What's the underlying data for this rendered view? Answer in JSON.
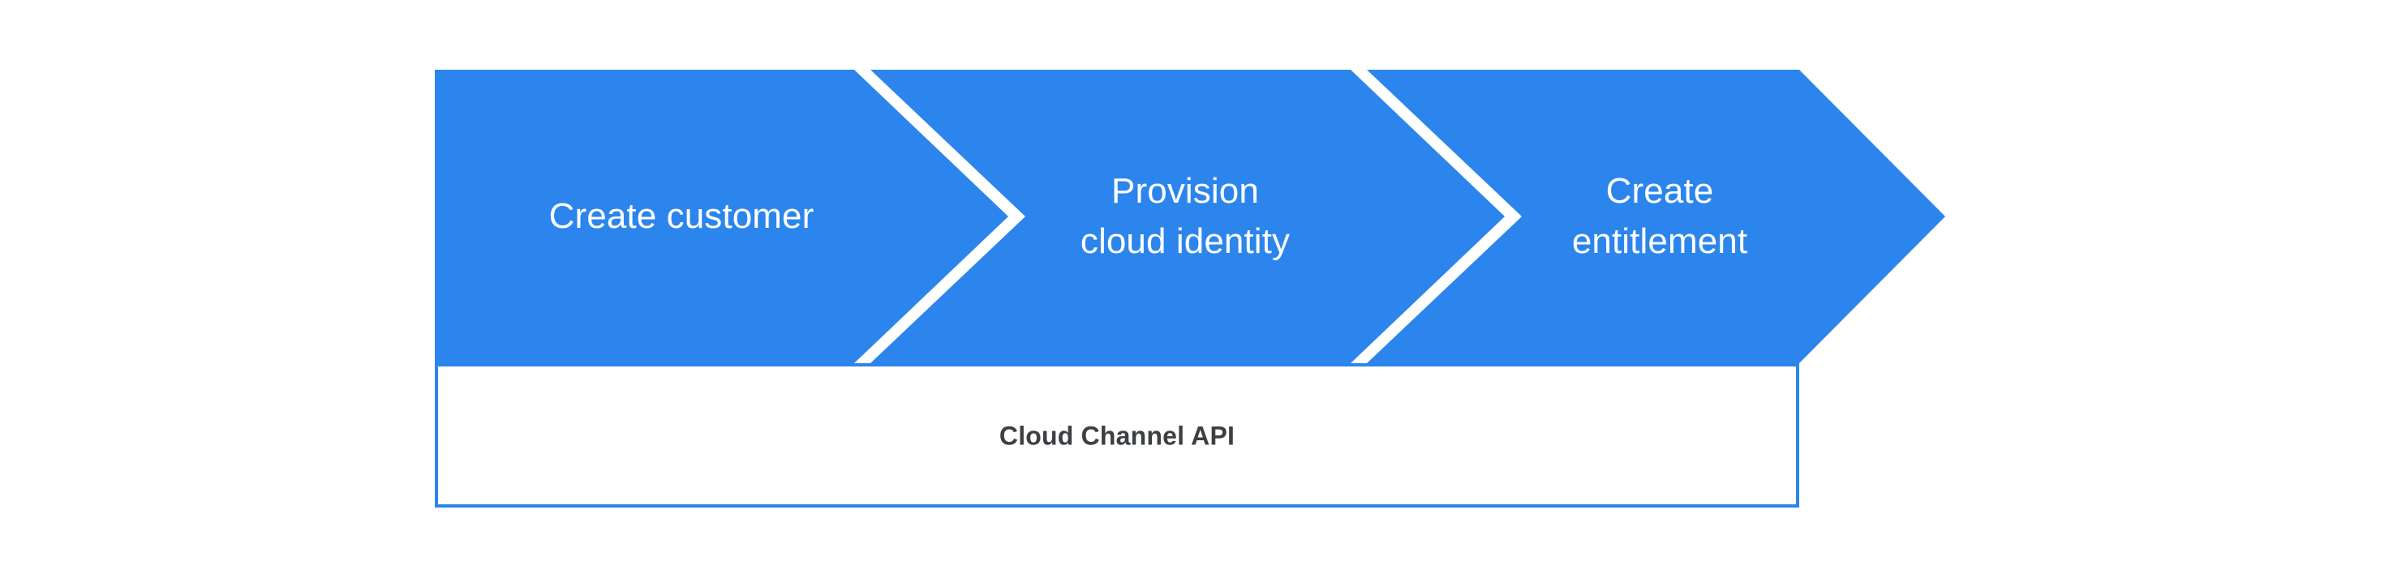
{
  "diagram": {
    "type": "chevron-process-flow",
    "orientation": "horizontal",
    "background_color": "#ffffff",
    "accent_color": "#2b85ec",
    "label_color": "#ffffff",
    "api_label_color": "#3c4043",
    "separator_color": "#ffffff"
  },
  "steps": [
    {
      "index": 1,
      "label": "Create customer",
      "lines": [
        "Create customer"
      ]
    },
    {
      "index": 2,
      "label": "Provision cloud identity",
      "lines": [
        "Provision",
        "cloud identity"
      ]
    },
    {
      "index": 3,
      "label": "Create entitlement",
      "lines": [
        "Create",
        "entitlement"
      ]
    }
  ],
  "api_bar": {
    "label": "Cloud Channel API",
    "border_color": "#2b85ec",
    "fill_color": "#ffffff"
  }
}
